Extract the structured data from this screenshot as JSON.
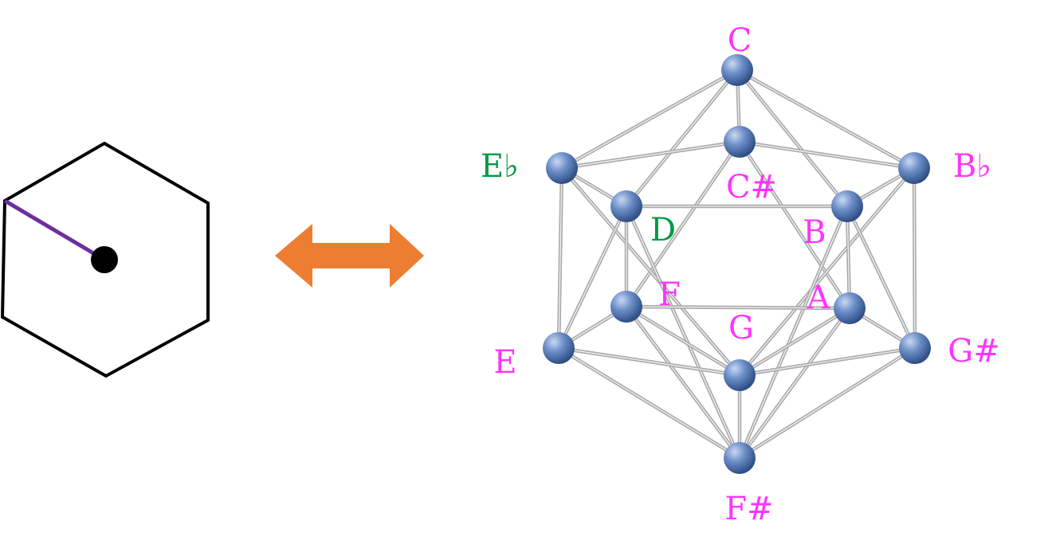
{
  "colors": {
    "magenta": "#ff33ff",
    "green": "#009944",
    "hexagon_stroke": "#000000",
    "radius_line": "#6b2fa0",
    "arrow": "#ed7d31",
    "edge": "#a9a9a9",
    "sphere_light": "#c9d8f2",
    "sphere_mid": "#6d8fc8",
    "sphere_dark": "#2f4e86"
  },
  "left_figure": {
    "shape": "hexagon",
    "center_dot": "black-dot",
    "radius_segment": "purple-line"
  },
  "middle_arrow": {
    "icon": "double-arrow-icon"
  },
  "icosahedron": {
    "vertices": [
      {
        "id": "C",
        "label": "C",
        "color": "magenta"
      },
      {
        "id": "Cs",
        "label": "C#",
        "color": "magenta"
      },
      {
        "id": "Eb",
        "label": "E♭",
        "color": "green"
      },
      {
        "id": "Bb",
        "label": "B♭",
        "color": "magenta"
      },
      {
        "id": "D",
        "label": "D",
        "color": "green"
      },
      {
        "id": "B",
        "label": "B",
        "color": "magenta"
      },
      {
        "id": "F",
        "label": "F",
        "color": "magenta"
      },
      {
        "id": "A",
        "label": "A",
        "color": "magenta"
      },
      {
        "id": "E",
        "label": "E",
        "color": "magenta"
      },
      {
        "id": "G",
        "label": "G",
        "color": "magenta"
      },
      {
        "id": "Gs",
        "label": "G#",
        "color": "magenta"
      },
      {
        "id": "Fs",
        "label": "F#",
        "color": "magenta"
      }
    ],
    "edges": [
      [
        "C",
        "Cs"
      ],
      [
        "C",
        "Eb"
      ],
      [
        "C",
        "Bb"
      ],
      [
        "C",
        "D"
      ],
      [
        "C",
        "B"
      ],
      [
        "Cs",
        "Eb"
      ],
      [
        "Cs",
        "Bb"
      ],
      [
        "Cs",
        "F"
      ],
      [
        "Cs",
        "A"
      ],
      [
        "Eb",
        "D"
      ],
      [
        "Eb",
        "E"
      ],
      [
        "Eb",
        "G"
      ],
      [
        "Bb",
        "B"
      ],
      [
        "Bb",
        "Gs"
      ],
      [
        "Bb",
        "G"
      ],
      [
        "D",
        "B"
      ],
      [
        "D",
        "F"
      ],
      [
        "D",
        "E"
      ],
      [
        "D",
        "Fs"
      ],
      [
        "B",
        "A"
      ],
      [
        "B",
        "Gs"
      ],
      [
        "B",
        "Fs"
      ],
      [
        "F",
        "A"
      ],
      [
        "F",
        "E"
      ],
      [
        "F",
        "Fs"
      ],
      [
        "A",
        "Gs"
      ],
      [
        "A",
        "Fs"
      ],
      [
        "E",
        "G"
      ],
      [
        "E",
        "Fs"
      ],
      [
        "G",
        "Gs"
      ],
      [
        "G",
        "Fs"
      ],
      [
        "Gs",
        "Fs"
      ],
      [
        "G",
        "F"
      ],
      [
        "G",
        "A"
      ]
    ]
  }
}
